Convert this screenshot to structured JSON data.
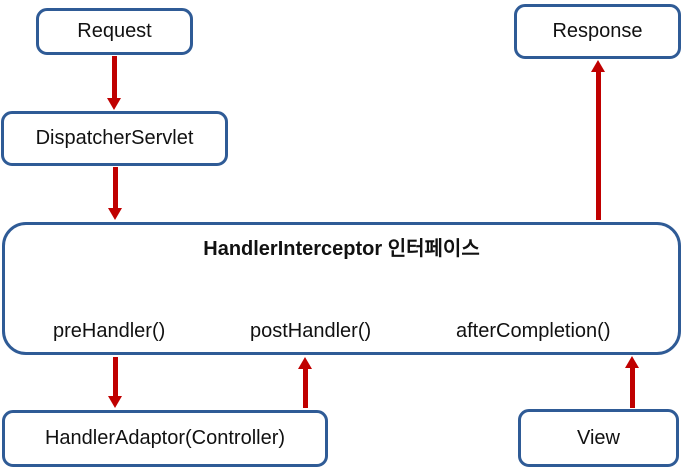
{
  "colors": {
    "box_border": "#2f5b96",
    "arrow": "#c00000",
    "text": "#111111",
    "background": "#ffffff"
  },
  "nodes": {
    "request": {
      "label": "Request"
    },
    "response": {
      "label": "Response"
    },
    "dispatcher_servlet": {
      "label": "DispatcherServlet"
    },
    "interceptor": {
      "title": "HandlerInterceptor 인터페이스",
      "methods": {
        "pre": "preHandler()",
        "post": "postHandler()",
        "after": "afterCompletion()"
      }
    },
    "handler_adaptor": {
      "label": "HandlerAdaptor(Controller)"
    },
    "view": {
      "label": "View"
    }
  }
}
